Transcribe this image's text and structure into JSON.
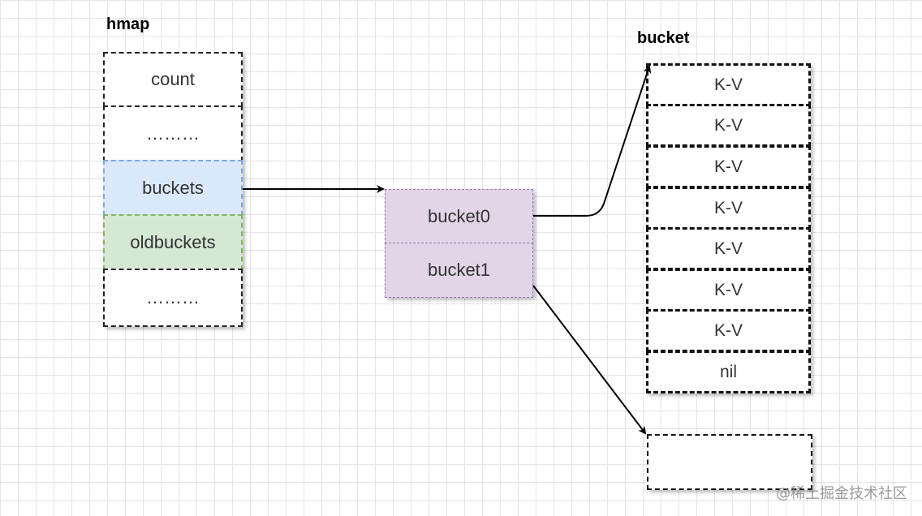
{
  "hmap": {
    "title": "hmap",
    "fields": [
      {
        "label": "count",
        "fill": "#ffffff"
      },
      {
        "label": "………",
        "fill": "#ffffff"
      },
      {
        "label": "buckets",
        "fill": "#dae8fc"
      },
      {
        "label": "oldbuckets",
        "fill": "#d5e8d4"
      },
      {
        "label": "………",
        "fill": "#ffffff"
      }
    ]
  },
  "bucket_array": {
    "items": [
      {
        "label": "bucket0"
      },
      {
        "label": "bucket1"
      }
    ],
    "fill": "#e1d5e7"
  },
  "bucket": {
    "title": "bucket",
    "slots": [
      "K-V",
      "K-V",
      "K-V",
      "K-V",
      "K-V",
      "K-V",
      "K-V",
      "nil"
    ]
  },
  "overflow_bucket": {
    "label": ""
  },
  "watermark": "@稀土掘金技术社区"
}
